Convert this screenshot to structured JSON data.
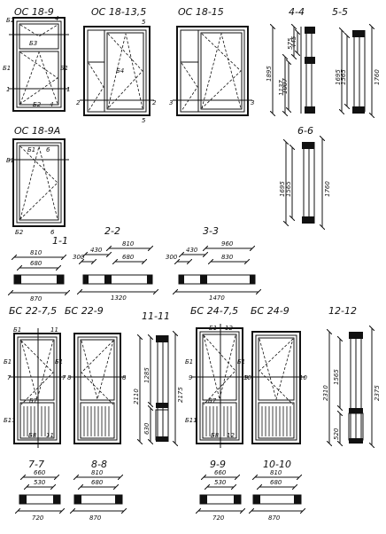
{
  "windows": {
    "os18_9": {
      "title": "ОС 18-9",
      "marks": [
        "Б1",
        "4",
        "Б3",
        "Б1",
        "Б1",
        "1",
        "1",
        "Б2",
        "4"
      ]
    },
    "os18_13_5": {
      "title": "ОС 18-13,5",
      "marks": [
        "5",
        "Б4",
        "2",
        "2",
        "5"
      ]
    },
    "os18_15": {
      "title": "ОС 18-15",
      "marks": [
        "3",
        "3"
      ]
    },
    "os18_9a": {
      "title": "ОС 18-9А",
      "marks": [
        "Б1",
        "Б1",
        "6",
        "Б2",
        "6"
      ]
    }
  },
  "section_4_4": {
    "title": "4-4",
    "dims": [
      "575",
      "445",
      "1137",
      "1007",
      "1895"
    ]
  },
  "section_5_5": {
    "title": "5-5",
    "dims": [
      "1695",
      "1565",
      "1760"
    ]
  },
  "section_6_6": {
    "title": "6-6",
    "dims": [
      "1695",
      "1565",
      "1760"
    ]
  },
  "plan_1_1": {
    "title": "1-1",
    "dims": [
      "810",
      "680",
      "870"
    ]
  },
  "plan_2_2": {
    "title": "2-2",
    "dims": [
      "300",
      "430",
      "810",
      "680",
      "1320"
    ]
  },
  "plan_3_3": {
    "title": "3-3",
    "dims": [
      "300",
      "430",
      "960",
      "830",
      "1470"
    ]
  },
  "doors": {
    "bs22_7_5": {
      "title": "БС 22-7,5",
      "marks": [
        "Б1",
        "11",
        "Б1",
        "Б1",
        "7",
        "7",
        "Б7",
        "Б11",
        "Б8",
        "11"
      ]
    },
    "bs22_9": {
      "title": "БС 22-9",
      "marks": [
        "8",
        "8"
      ]
    },
    "bs24_7_5": {
      "title": "БС 24-7,5",
      "marks": [
        "Б1",
        "12",
        "Б1",
        "Б1",
        "9",
        "9",
        "Б7",
        "Б11",
        "Б8",
        "12"
      ]
    },
    "bs24_9": {
      "title": "БС 24-9",
      "marks": [
        "10",
        "10"
      ]
    }
  },
  "section_11_11": {
    "title": "11-11",
    "dims": [
      "1285",
      "2175",
      "2110",
      "630"
    ]
  },
  "section_12_12": {
    "title": "12-12",
    "dims": [
      "2310",
      "1565",
      "2375",
      "520"
    ]
  },
  "plan_7_7": {
    "title": "7-7",
    "dims": [
      "660",
      "530",
      "720"
    ]
  },
  "plan_8_8": {
    "title": "8-8",
    "dims": [
      "810",
      "680",
      "870"
    ]
  },
  "plan_9_9": {
    "title": "9-9",
    "dims": [
      "660",
      "530",
      "720"
    ]
  },
  "plan_10_10": {
    "title": "10-10",
    "dims": [
      "810",
      "680",
      "870"
    ]
  }
}
